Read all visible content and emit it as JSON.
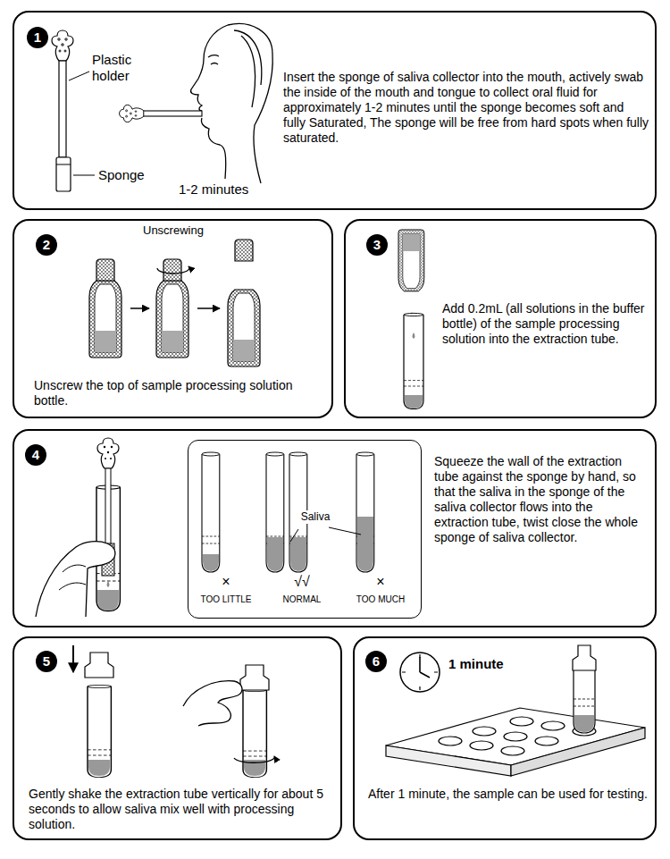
{
  "diagram": {
    "nodes": [
      {
        "text": [
          "Insert the sponge of saliva collector into the mouth, actively swab the inside of the mouth and tongue to collect oral fluid for approximately 1-2 minutes until the sponge becomes soft and fully Saturated, The sponge will be free from hard spots when fully saturated."
        ]
      },
      {
        "text": [
          "1"
        ],
        "in": 0
      },
      {
        "text": [
          "Unscrew the top of sample processing solution bottle."
        ]
      },
      {
        "text": [
          "2"
        ],
        "in": 2
      },
      {
        "text": [
          "Add 0.2mL (all solutions in the buffer bottle) of the sample processing solution into the extraction tube."
        ]
      },
      {
        "text": [
          "3"
        ],
        "in": 4
      },
      {
        "text": [
          "Squeeze the wall of the extraction tube against the sponge by hand, so that the saliva in the sponge of the saliva collector flows into the extraction tube, twist close the whole sponge of saliva collector."
        ]
      },
      {
        "text": [
          "4"
        ],
        "in": 6
      },
      {
        "text": [
          "Saliva",
          "×",
          "√√",
          "×",
          "TOO LITTLE",
          "NORMAL",
          "TOO MUCH"
        ],
        "in": 6
      },
      {
        "text": [
          "Gently shake the extraction tube vertically for about 5 seconds to allow saliva mix well with processing solution."
        ]
      },
      {
        "text": [
          "5"
        ],
        "in": 9
      },
      {
        "text": [
          "After 1 minute, the sample can be used for testing."
        ]
      },
      {
        "text": [
          "6"
        ],
        "in": 11
      }
    ],
    "labels": [
      "Plastic holder",
      "Sponge",
      "1-2 minutes",
      "Unscrewing",
      "1 minute"
    ]
  }
}
